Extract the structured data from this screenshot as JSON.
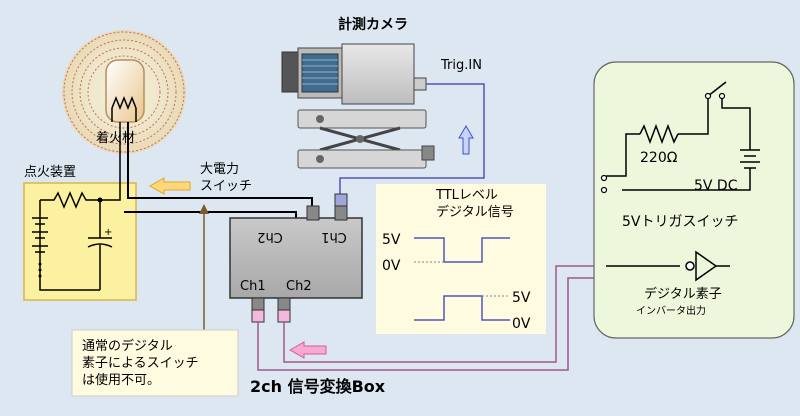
{
  "labels": {
    "camera": "計測カメラ",
    "trig_in": "Trig.IN",
    "ignition_material": "着火材",
    "ignition_device": "点火装置",
    "high_power_switch_line1": "大電力",
    "high_power_switch_line2": "スイッチ",
    "ttl_line1": "TTLレベル",
    "ttl_line2": "デジタル信号",
    "ttl_high_top": "5V",
    "ttl_low_top": "0V",
    "ttl_high_bottom": "5V",
    "ttl_low_bottom": "0V",
    "box_ch_top_left": "Ch2",
    "box_ch_top_right": "Ch1",
    "box_ch_bottom_left": "Ch1",
    "box_ch_bottom_right": "Ch2",
    "box_title": "2ch 信号変換Box",
    "resistor_value": "220Ω",
    "supply": "5V DC",
    "trigger_switch": "5Vトリガスイッチ",
    "digital_element": "デジタル素子",
    "inverter_output": "インバータ出力",
    "note_line1": "通常のデジタル",
    "note_line2": "素子によるスイッチ",
    "note_line3": "は使用不可。"
  }
}
